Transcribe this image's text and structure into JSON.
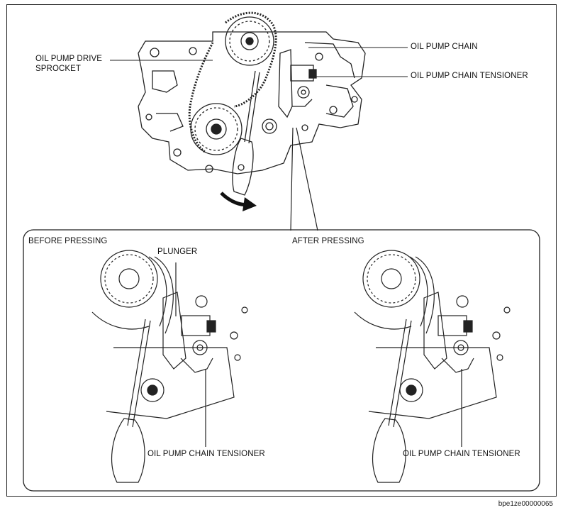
{
  "labels": {
    "oil_pump_drive_sprocket_1": "OIL PUMP DRIVE",
    "oil_pump_drive_sprocket_2": "SPROCKET",
    "oil_pump_chain": "OIL PUMP CHAIN",
    "oil_pump_chain_tensioner_top": "OIL PUMP CHAIN TENSIONER",
    "before_pressing": "BEFORE PRESSING",
    "after_pressing": "AFTER PRESSING",
    "plunger": "PLUNGER",
    "oil_pump_chain_tensioner_left": "OIL PUMP CHAIN TENSIONER",
    "oil_pump_chain_tensioner_right": "OIL PUMP CHAIN TENSIONER"
  },
  "figure_code": "bpe1ze00000065"
}
